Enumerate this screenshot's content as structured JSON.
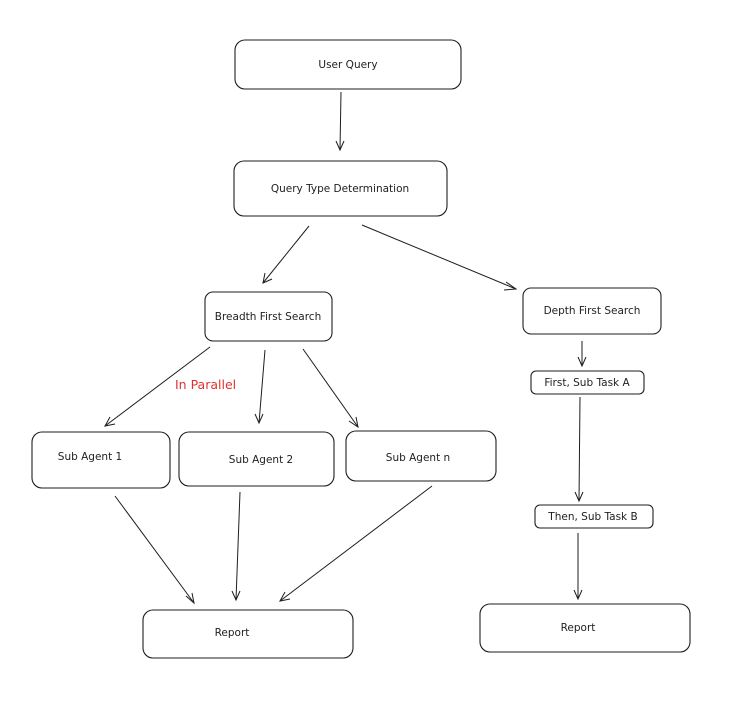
{
  "nodes": {
    "user_query": "User Query",
    "query_type": "Query Type Determination",
    "bfs": "Breadth First Search",
    "dfs": "Depth First Search",
    "sub_agent_1": "Sub Agent 1",
    "sub_agent_2": "Sub Agent 2",
    "sub_agent_n": "Sub Agent n",
    "sub_task_a": "First, Sub Task A",
    "sub_task_b": "Then, Sub Task B",
    "report_bfs": "Report",
    "report_dfs": "Report"
  },
  "annotations": {
    "in_parallel": "In Parallel"
  },
  "colors": {
    "stroke": "#1e1e1e",
    "annotation": "#e03131",
    "background": "#ffffff"
  }
}
